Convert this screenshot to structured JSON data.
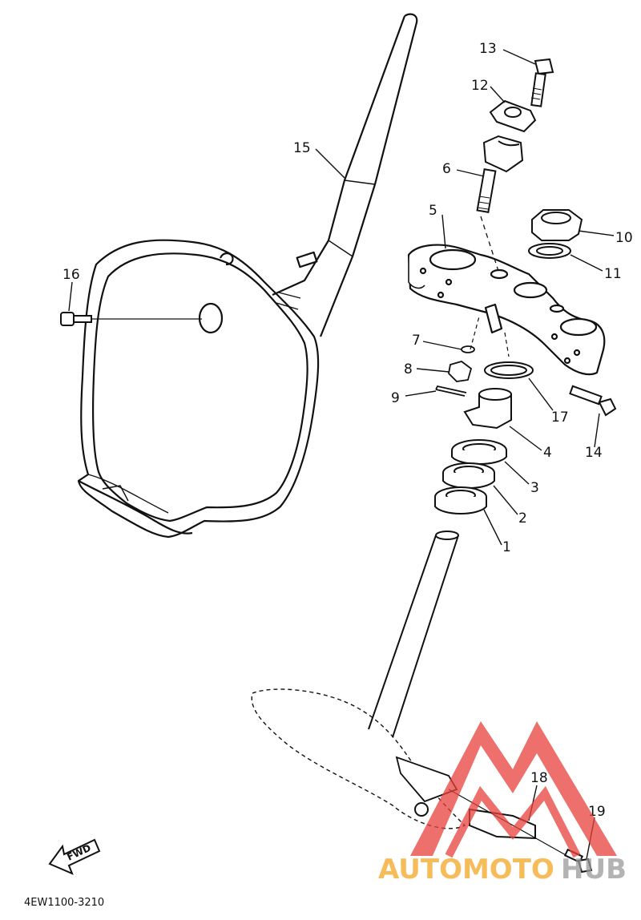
{
  "diagram": {
    "code": "4EW1100-3210",
    "fwd_label": "FWD",
    "callouts": [
      "1",
      "2",
      "3",
      "4",
      "5",
      "6",
      "7",
      "8",
      "9",
      "10",
      "11",
      "12",
      "13",
      "14",
      "15",
      "16",
      "17",
      "18",
      "19"
    ]
  },
  "watermark": {
    "text_part1": "AUTOMOTO",
    "text_part2": "HUB",
    "color_red": "#e8413c",
    "color_orange": "#f5a623",
    "color_gray": "#9a9a9a"
  }
}
